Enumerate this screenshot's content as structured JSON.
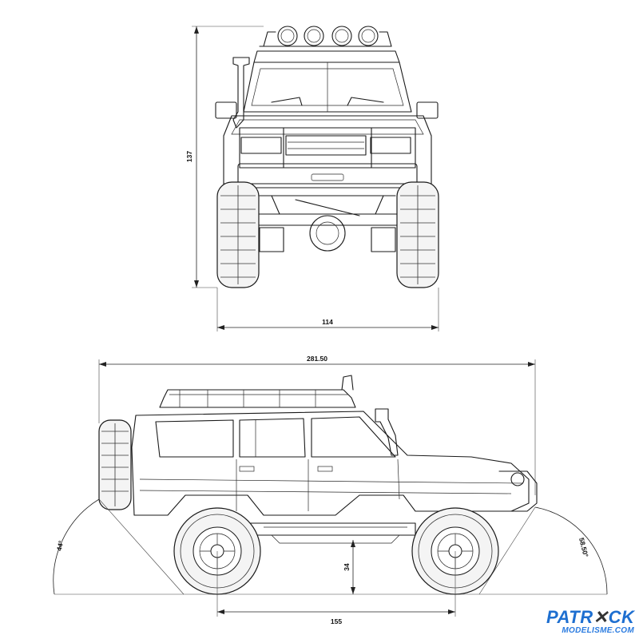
{
  "front_view": {
    "height_label": "137",
    "width_label": "114"
  },
  "side_view": {
    "length_label": "281.50",
    "approach_angle_label": "44°",
    "departure_angle_label": "58.50°",
    "ground_clearance_label": "34",
    "wheelbase_label": "155"
  },
  "watermark": {
    "brand_a": "PATR",
    "brand_b": "CK",
    "sub": "MODELISME.COM"
  }
}
